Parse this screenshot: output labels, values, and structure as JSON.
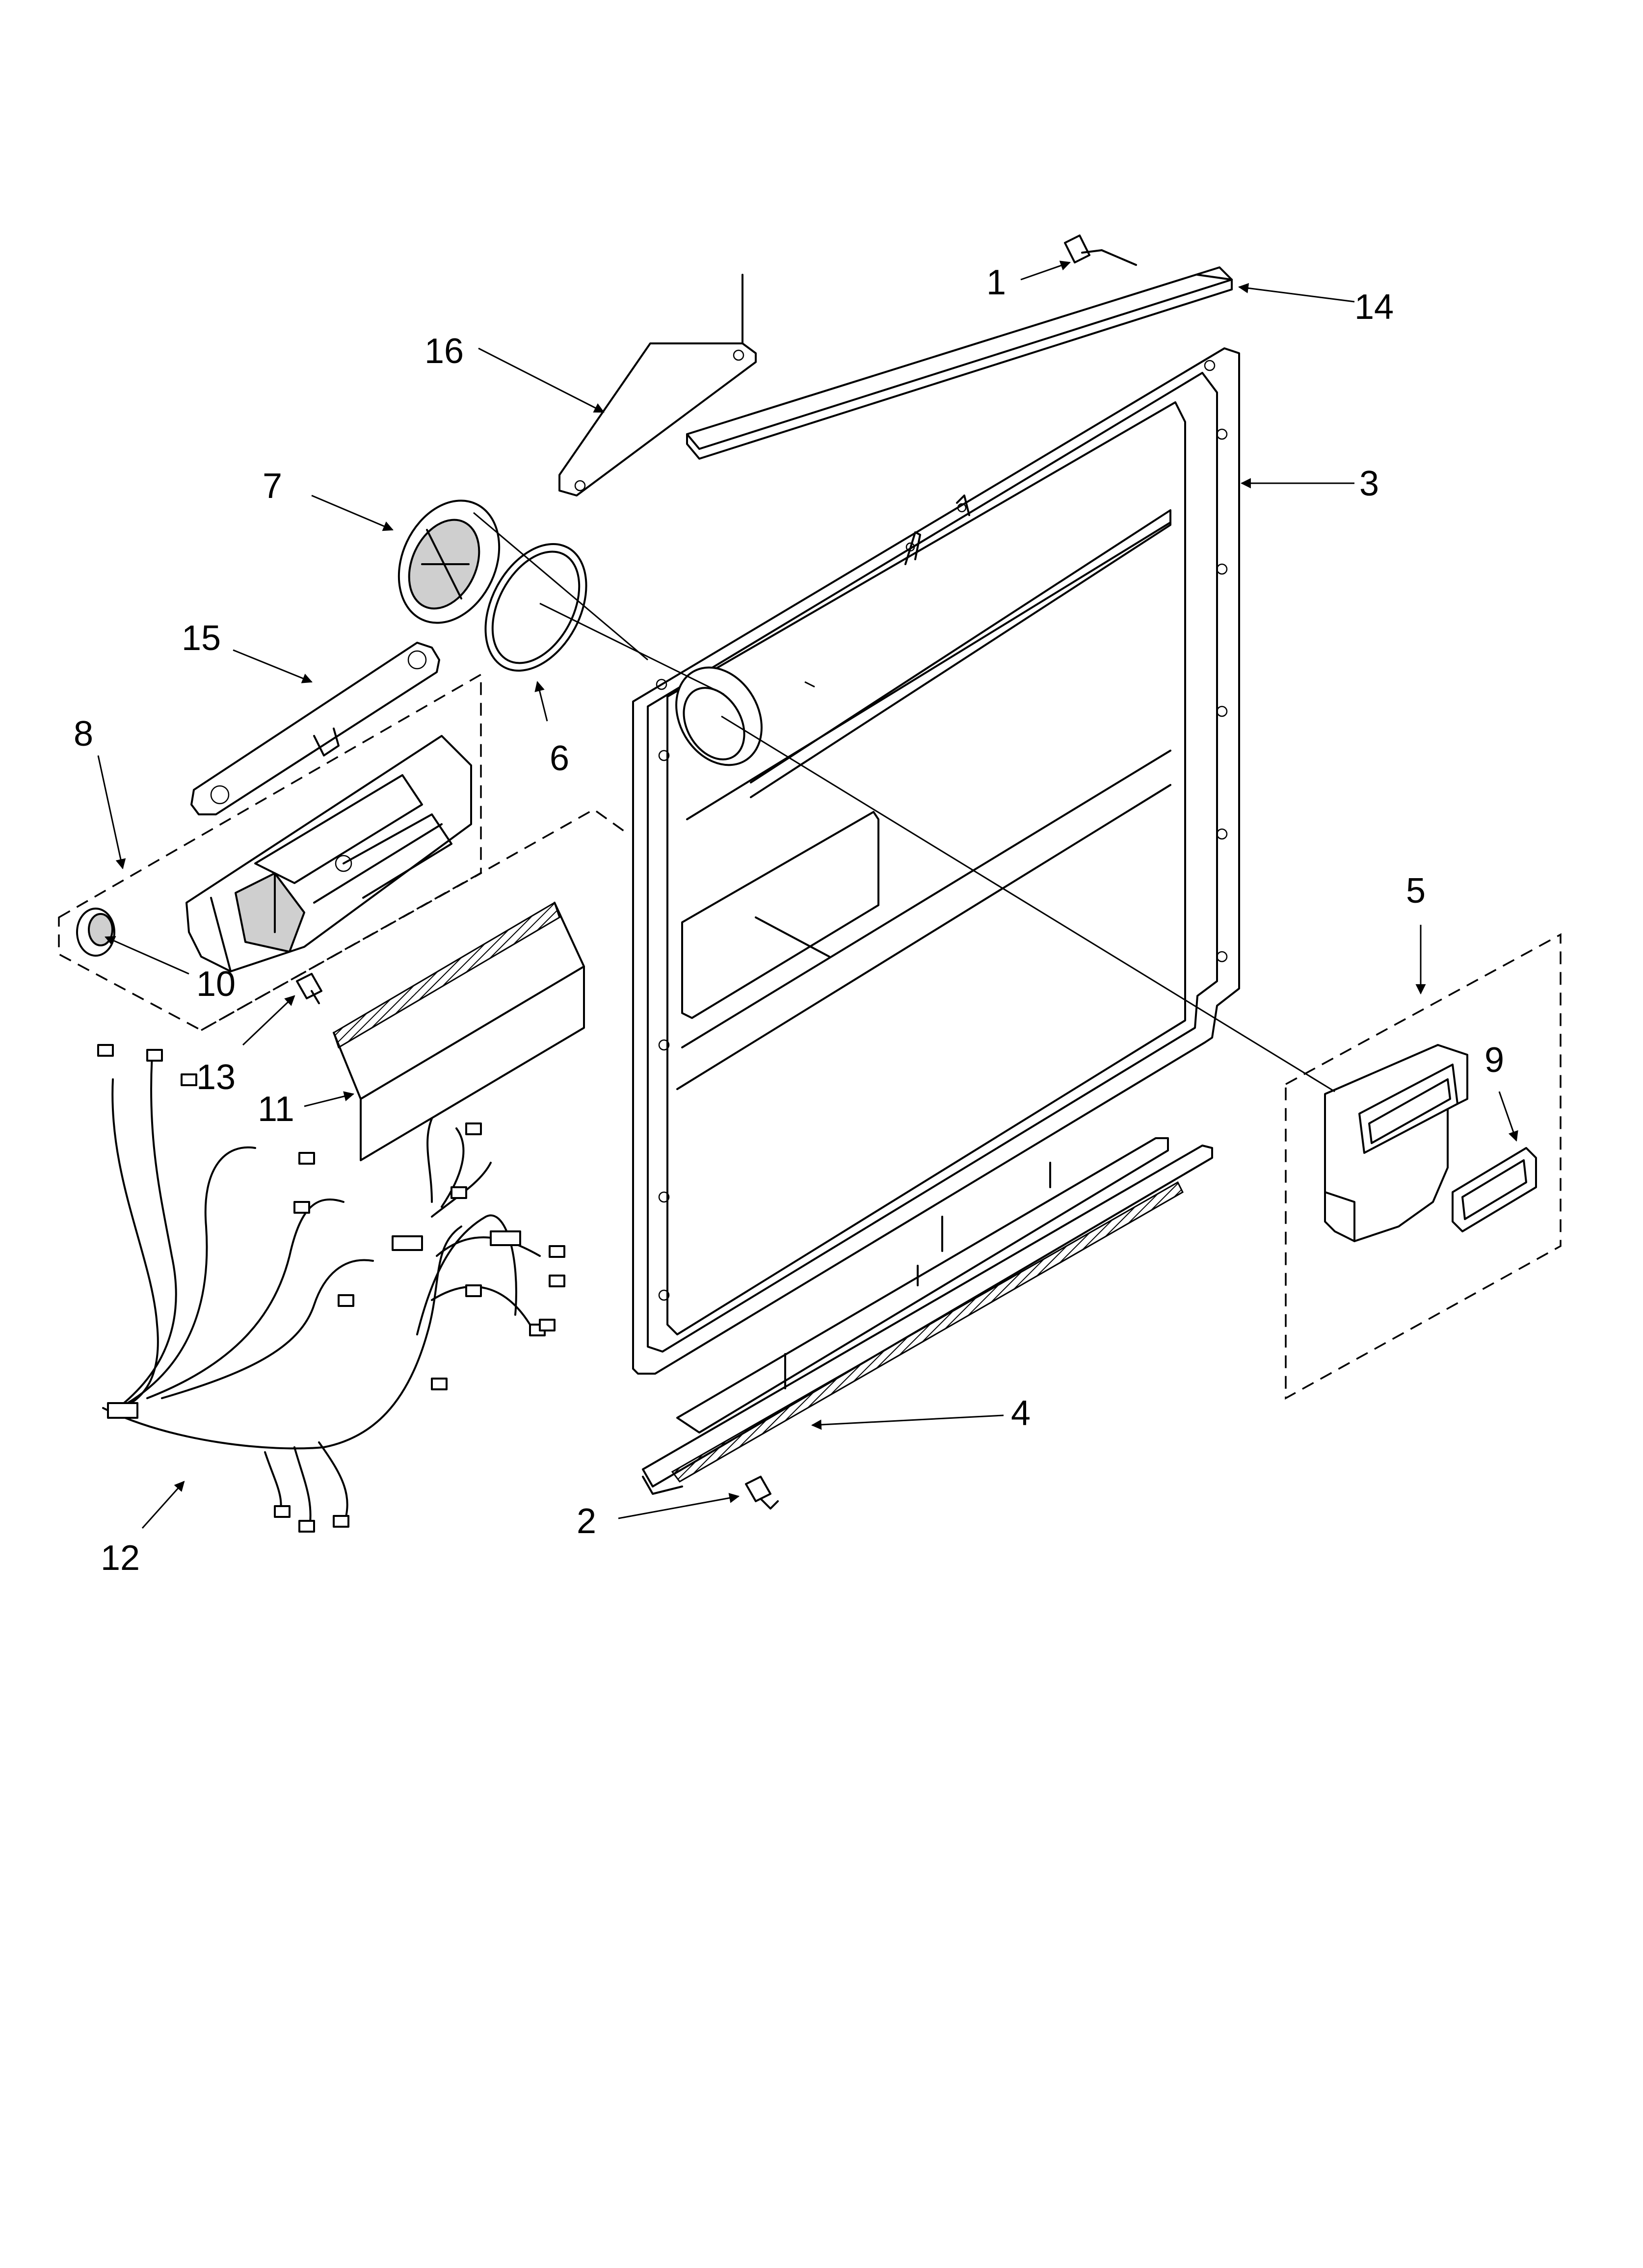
{
  "callouts": [
    {
      "id": "1",
      "label": "1"
    },
    {
      "id": "2",
      "label": "2"
    },
    {
      "id": "3",
      "label": "3"
    },
    {
      "id": "4",
      "label": "4"
    },
    {
      "id": "5",
      "label": "5"
    },
    {
      "id": "6",
      "label": "6"
    },
    {
      "id": "7",
      "label": "7"
    },
    {
      "id": "8",
      "label": "8"
    },
    {
      "id": "9",
      "label": "9"
    },
    {
      "id": "10",
      "label": "10"
    },
    {
      "id": "11",
      "label": "11"
    },
    {
      "id": "12",
      "label": "12"
    },
    {
      "id": "13",
      "label": "13"
    },
    {
      "id": "14",
      "label": "14"
    },
    {
      "id": "15",
      "label": "15"
    },
    {
      "id": "16",
      "label": "16"
    }
  ],
  "colors": {
    "line": "#000000",
    "background": "#ffffff",
    "shading": "#cfcfcf"
  }
}
